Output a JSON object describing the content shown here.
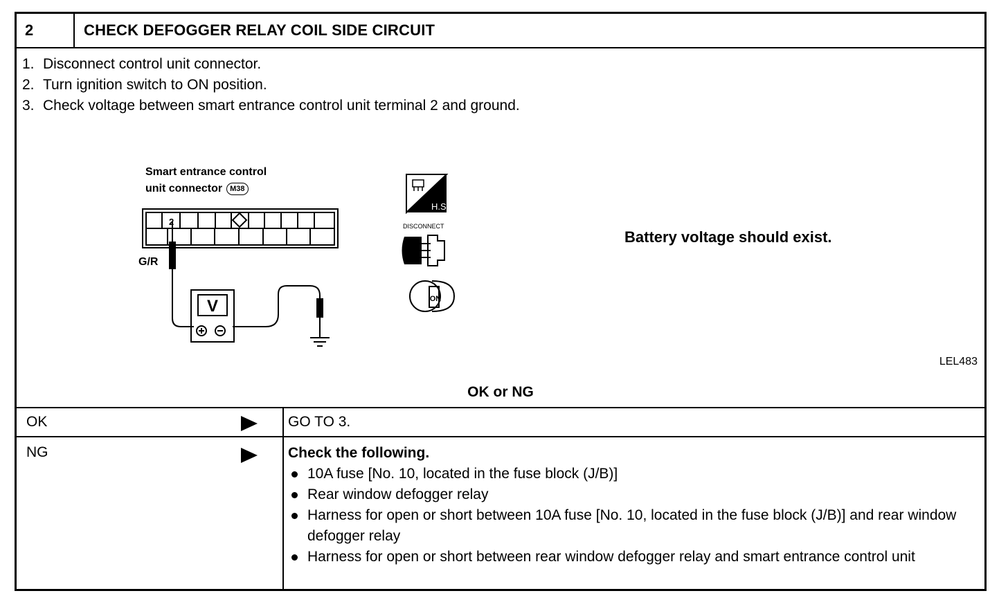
{
  "header": {
    "number": "2",
    "title": "CHECK DEFOGGER RELAY COIL SIDE CIRCUIT"
  },
  "steps": [
    {
      "num": "1.",
      "text": "Disconnect control unit connector."
    },
    {
      "num": "2.",
      "text": "Turn ignition switch to ON position."
    },
    {
      "num": "3.",
      "text": "Check voltage between smart entrance control unit terminal 2 and ground."
    }
  ],
  "diagram": {
    "connector_label_line1": "Smart entrance control",
    "connector_label_line2": "unit connector",
    "connector_code": "M38",
    "terminal": "2",
    "wire_color": "G/R",
    "meter_label": "V",
    "icons": {
      "hs_label": "H.S.",
      "disconnect_label": "DISCONNECT",
      "ignition_label": "ON"
    },
    "hs_icon": "harness-side-icon",
    "disconnect_icon": "disconnect-connector-icon",
    "ignition_icon": "ignition-key-on-icon"
  },
  "result_text": "Battery voltage should exist.",
  "figure_code": "LEL483",
  "decision": "OK or NG",
  "rows": {
    "ok": {
      "label": "OK",
      "action": "GO TO 3."
    },
    "ng": {
      "label": "NG",
      "title": "Check the following.",
      "items": [
        "10A fuse [No. 10, located in the fuse block (J/B)]",
        "Rear window defogger relay",
        "Harness for open or short between 10A fuse [No. 10, located in the fuse block (J/B)] and rear window defogger relay",
        "Harness for open or short between rear window defogger relay and smart entrance control unit"
      ]
    }
  }
}
